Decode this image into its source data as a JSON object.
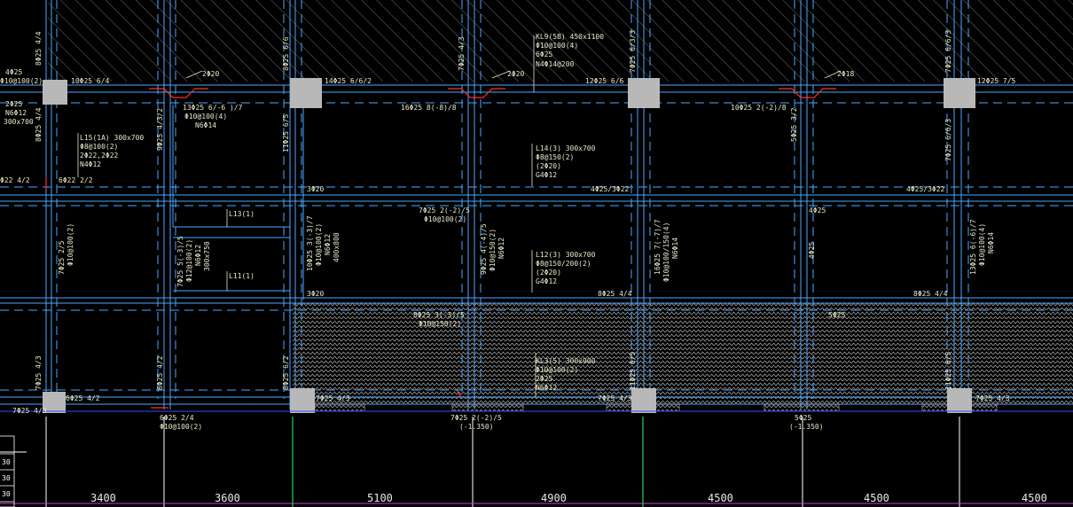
{
  "dimensions": [
    "3400",
    "3600",
    "5100",
    "4900",
    "4500",
    "4500",
    "4500"
  ],
  "row_labels": [
    "30",
    "30",
    "30"
  ],
  "beam_labels": [
    {
      "id": "t1",
      "text": "4Φ25"
    },
    {
      "id": "t2",
      "text": "Φ10@100(2)"
    },
    {
      "id": "t3",
      "text": "10Φ25 6/4"
    },
    {
      "id": "t4",
      "text": "2Φ20"
    },
    {
      "id": "t5",
      "text": "14Φ25 6/6/2"
    },
    {
      "id": "t6",
      "text": "2Φ20"
    },
    {
      "id": "t7",
      "text": "12Φ25 6/6"
    },
    {
      "id": "t8",
      "text": "2Φ18"
    },
    {
      "id": "t9",
      "text": "12Φ25 7/5"
    },
    {
      "id": "t10",
      "text": "KL9(5B) 450x1100"
    },
    {
      "id": "t11",
      "text": "Φ10@100(4)"
    },
    {
      "id": "t12",
      "text": "6Φ25"
    },
    {
      "id": "t13",
      "text": "N4Φ14@200"
    },
    {
      "id": "t14",
      "text": "2Φ25"
    },
    {
      "id": "t15",
      "text": "N6Φ12"
    },
    {
      "id": "t16",
      "text": "300x700"
    },
    {
      "id": "t17",
      "text": "13Φ25 6/-6 )/7"
    },
    {
      "id": "t18",
      "text": "Φ10@100(4)"
    },
    {
      "id": "t19",
      "text": "N6Φ14"
    },
    {
      "id": "t20",
      "text": "16Φ25 8(-8)/8"
    },
    {
      "id": "t21",
      "text": "10Φ25 2(-2)/8"
    },
    {
      "id": "t22",
      "text": "L15(1A) 300x700"
    },
    {
      "id": "t23",
      "text": "Φ8@100(2)"
    },
    {
      "id": "t24",
      "text": "2Φ22,2Φ22"
    },
    {
      "id": "t25",
      "text": "N4Φ12"
    },
    {
      "id": "t26",
      "text": "L14(3) 300x700"
    },
    {
      "id": "t27",
      "text": "Φ8@150(2)"
    },
    {
      "id": "t28",
      "text": "(2Φ20)"
    },
    {
      "id": "t29",
      "text": "G4Φ12"
    },
    {
      "id": "t30",
      "text": "6Φ22 2/2"
    },
    {
      "id": "t31",
      "text": "Φ22 4/2"
    },
    {
      "id": "t32",
      "text": "3Φ20"
    },
    {
      "id": "t33",
      "text": "4Φ25/3Φ22"
    },
    {
      "id": "t34",
      "text": "4Φ25/3Φ22"
    },
    {
      "id": "t35",
      "text": "L13(1)"
    },
    {
      "id": "t36",
      "text": "7Φ25 2(-2)/5"
    },
    {
      "id": "t37",
      "text": "Φ10@100(2)"
    },
    {
      "id": "t38",
      "text": "4Φ25"
    },
    {
      "id": "t39",
      "text": "L12(3) 300x700"
    },
    {
      "id": "t40",
      "text": "Φ8@150/200(2)"
    },
    {
      "id": "t41",
      "text": "(2Φ20)"
    },
    {
      "id": "t42",
      "text": "G4Φ12"
    },
    {
      "id": "t43",
      "text": "L11(1)"
    },
    {
      "id": "t44",
      "text": "3Φ20"
    },
    {
      "id": "t45",
      "text": "8Φ25 4/4"
    },
    {
      "id": "t46",
      "text": "8Φ25 4/4"
    },
    {
      "id": "t47",
      "text": "8Φ25 3(-3)/5"
    },
    {
      "id": "t48",
      "text": "Φ10@150(2)"
    },
    {
      "id": "t49",
      "text": "5Φ25"
    },
    {
      "id": "t50",
      "text": "KL3(5) 300x900"
    },
    {
      "id": "t51",
      "text": "Φ10@100(2)"
    },
    {
      "id": "t52",
      "text": "2Φ25"
    },
    {
      "id": "t53",
      "text": "N6Φ12"
    },
    {
      "id": "t54",
      "text": "6Φ25 4/2"
    },
    {
      "id": "t55",
      "text": "6Φ25 2/4"
    },
    {
      "id": "t56",
      "text": "Φ10@100(2)"
    },
    {
      "id": "t57",
      "text": "7Φ25 2(-2)/5"
    },
    {
      "id": "t58",
      "text": "(-1.350)"
    },
    {
      "id": "t59",
      "text": "5Φ25"
    },
    {
      "id": "t60",
      "text": "(-1.350)"
    },
    {
      "id": "t61",
      "text": "7Φ25 4/3"
    },
    {
      "id": "t62",
      "text": "7Φ25 4/3"
    },
    {
      "id": "t63",
      "text": "7Φ25 4/3"
    },
    {
      "id": "t64",
      "text": "7Φ25 4/3"
    }
  ],
  "vertical_labels": [
    {
      "id": "v1",
      "text": "8Φ25 4/4"
    },
    {
      "id": "v2",
      "text": "8Φ25 4/4"
    },
    {
      "id": "v3",
      "text": "8Φ25 6/6"
    },
    {
      "id": "v4",
      "text": "9Φ25 4/3/2"
    },
    {
      "id": "v5",
      "text": "11Φ25 6/5"
    },
    {
      "id": "v6",
      "text": "7Φ25 4/3"
    },
    {
      "id": "v7",
      "text": "7Φ25 6/3/3"
    },
    {
      "id": "v8",
      "text": "5Φ25 3/2"
    },
    {
      "id": "v9",
      "text": "7Φ25 6/6/3"
    },
    {
      "id": "v10",
      "text": "7Φ25 6/6/3"
    },
    {
      "id": "v11",
      "text": "7Φ25 2/5"
    },
    {
      "id": "v12",
      "text": "Φ10@100(2)"
    },
    {
      "id": "v13",
      "text": "7Φ25 5(-3)/5"
    },
    {
      "id": "v14",
      "text": "Φ12@100(2)"
    },
    {
      "id": "v15",
      "text": "N6Φ12"
    },
    {
      "id": "v16",
      "text": "300x750"
    },
    {
      "id": "v17",
      "text": "10Φ25 3(-3)/7"
    },
    {
      "id": "v18",
      "text": "Φ10@100(2)"
    },
    {
      "id": "v19",
      "text": "N6Φ12"
    },
    {
      "id": "v20",
      "text": "400x800"
    },
    {
      "id": "v21",
      "text": "9Φ25 4(-4)/5"
    },
    {
      "id": "v22",
      "text": "Φ10@150(2)"
    },
    {
      "id": "v23",
      "text": "N6Φ12"
    },
    {
      "id": "v24",
      "text": "16Φ25 7(-7)/7"
    },
    {
      "id": "v25",
      "text": "Φ10@100/150(4)"
    },
    {
      "id": "v26",
      "text": "N6Φ14"
    },
    {
      "id": "v27",
      "text": "4Φ25"
    },
    {
      "id": "v28",
      "text": "13Φ25 6(-6)/7"
    },
    {
      "id": "v29",
      "text": "Φ10@100(4)"
    },
    {
      "id": "v30",
      "text": "N6Φ14"
    },
    {
      "id": "v31",
      "text": "8Φ25 6/2"
    },
    {
      "id": "v32",
      "text": "6Φ25 4/2"
    },
    {
      "id": "v33",
      "text": "7Φ25 4/3"
    },
    {
      "id": "v34",
      "text": "11Φ25 6/5"
    },
    {
      "id": "v35",
      "text": "11Φ25 6/5"
    }
  ],
  "colors": {
    "background": "#000000",
    "gridline": "#3050ff",
    "beam": "#4aa8ff",
    "column": "#b8b8b8",
    "hatch": "#c8c8c8",
    "text": "#e8e8c8",
    "rebar": "#ff3030",
    "axis": "#30ff60",
    "dim_line": "#d040d0"
  }
}
